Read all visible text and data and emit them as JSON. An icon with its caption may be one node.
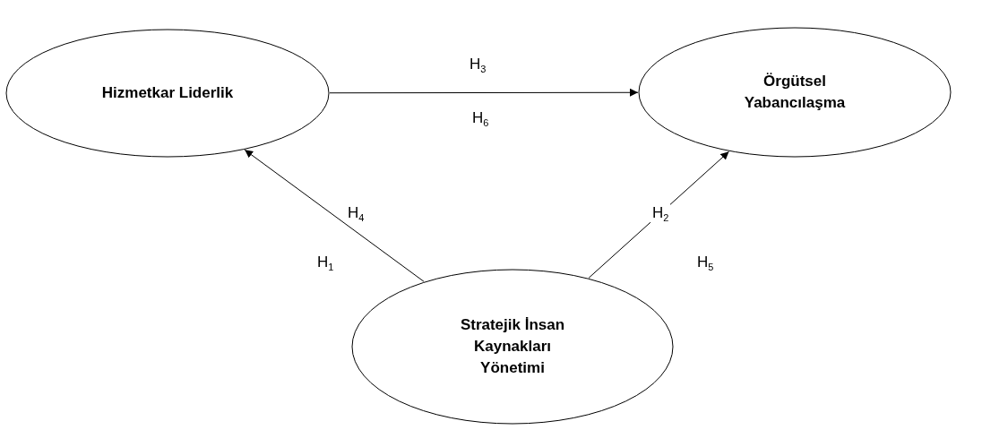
{
  "diagram": {
    "nodes": [
      {
        "text": [
          "Hizmetkar Liderlik"
        ]
      },
      {
        "text": [
          "Örgütsel Yabancılaşma"
        ]
      },
      {
        "text": [
          "Stratejik İnsan Kaynakları Yönetimi"
        ]
      }
    ],
    "edges": [
      {
        "from": 0,
        "to": 1,
        "arrow": "to",
        "label": "H$_{3}$"
      },
      {
        "from": 2,
        "to": 0,
        "arrow": "to",
        "label": "H$_{4}$"
      },
      {
        "from": 2,
        "to": 1,
        "arrow": "to",
        "label": "H$_{2}$"
      }
    ],
    "labels": [
      "H$_{6}$",
      "H$_{1}$",
      "H$_{5}$"
    ]
  }
}
